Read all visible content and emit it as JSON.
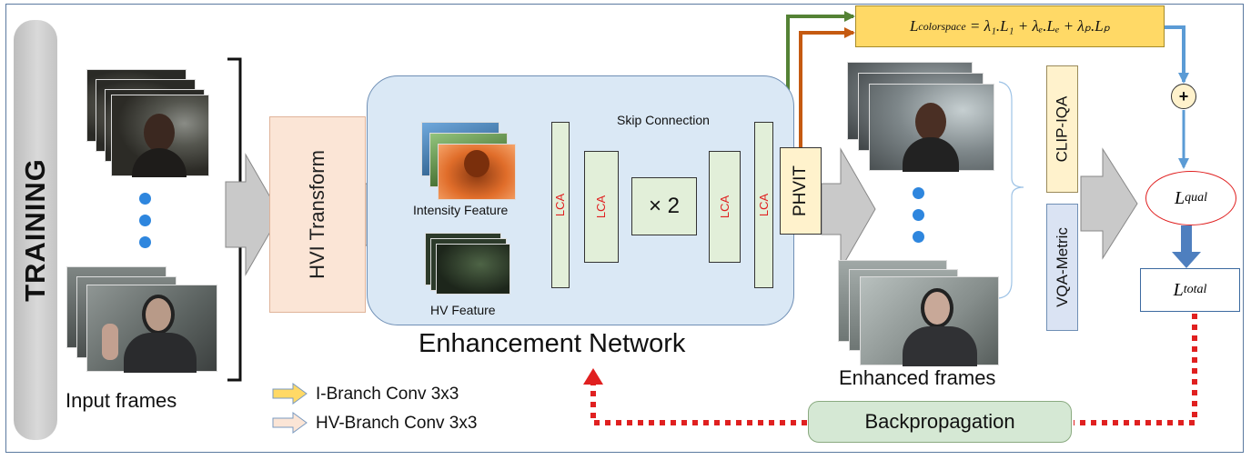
{
  "labels": {
    "training": "TRAINING",
    "input_frames": "Input frames",
    "hvi_transform": "HVI Transform",
    "enhancement_network": "Enhancement Network",
    "skip_connection": "Skip Connection",
    "intensity_feature": "Intensity Feature",
    "hv_feature": "HV Feature",
    "lca": "LCA",
    "times_two": "× 2",
    "phvit": "PHVIT",
    "enhanced_frames": "Enhanced frames",
    "clip_iqa": "CLIP-IQA",
    "vqa_metric": "VQA-Metric",
    "plus": "+",
    "backpropagation": "Backpropagation"
  },
  "losses": {
    "colorspace_main": "L",
    "colorspace_sub": "colorspace",
    "colorspace_rhs": " = λ₁.L₁ + λₑ.Lₑ + λₚ.Lₚ",
    "qual_main": "L",
    "qual_sub": "qual",
    "total_main": "L",
    "total_sub": "total"
  },
  "legend": {
    "i_branch": "I-Branch Conv 3x3",
    "hv_branch": "HV-Branch Conv 3x3"
  },
  "colors": {
    "accent_blue": "#2e86de",
    "green_arrow": "#548235",
    "orange_arrow": "#c55a11",
    "backprop_red": "#e02020",
    "i_branch_arrow": "#ffd966",
    "hv_branch_arrow": "#fbe5d6"
  }
}
